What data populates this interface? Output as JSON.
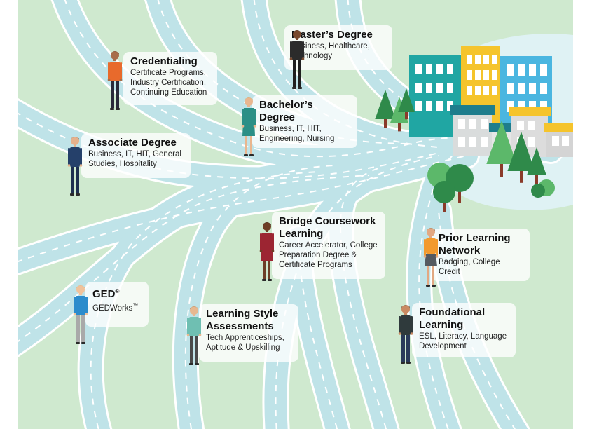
{
  "colors": {
    "ground": "#cfe9cf",
    "road": "#bfe3e8",
    "road_edge": "#ffffff",
    "road_dash": "#ffffff",
    "lake": "#dff2f4",
    "tree_dark": "#2f8a4a",
    "tree_light": "#5cb86a",
    "trunk": "#8a3b2a"
  },
  "destinations": [
    {
      "id": "masters",
      "title": "Master’s Degree",
      "subtitle": "Business, Healthcare,\nTechnology",
      "icon": "person-icon"
    },
    {
      "id": "credentialing",
      "title": "Credentialing",
      "subtitle": "Certificate Programs,\nIndustry Certification,\nContinuing Education",
      "icon": "person-icon"
    },
    {
      "id": "bachelors",
      "title": "Bachelor’s Degree",
      "subtitle": "Business, IT, HIT,\nEngineering, Nursing",
      "icon": "person-icon"
    },
    {
      "id": "associate",
      "title": "Associate Degree",
      "subtitle": "Business, IT, HIT, General\nStudies, Hospitality",
      "icon": "person-icon"
    },
    {
      "id": "bridge",
      "title": "Bridge Coursework\nLearning",
      "subtitle": "Career Accelerator, College\nPreparation Degree &\nCertificate Programs",
      "icon": "person-icon"
    },
    {
      "id": "prior",
      "title": "Prior Learning\nNetwork",
      "subtitle": "Badging, College Credit",
      "icon": "person-icon"
    },
    {
      "id": "ged",
      "title": "GED",
      "title_mark": "®",
      "subtitle": "GEDWorks",
      "subtitle_mark": "™",
      "icon": "person-icon"
    },
    {
      "id": "learning_style",
      "title": "Learning Style\nAssessments",
      "subtitle": "Tech Apprenticeships,\nAptitude & Upskilling",
      "icon": "person-icon"
    },
    {
      "id": "foundational",
      "title": "Foundational\nLearning",
      "subtitle": "ESL, Literacy, Language\nDevelopment",
      "icon": "person-icon"
    }
  ]
}
